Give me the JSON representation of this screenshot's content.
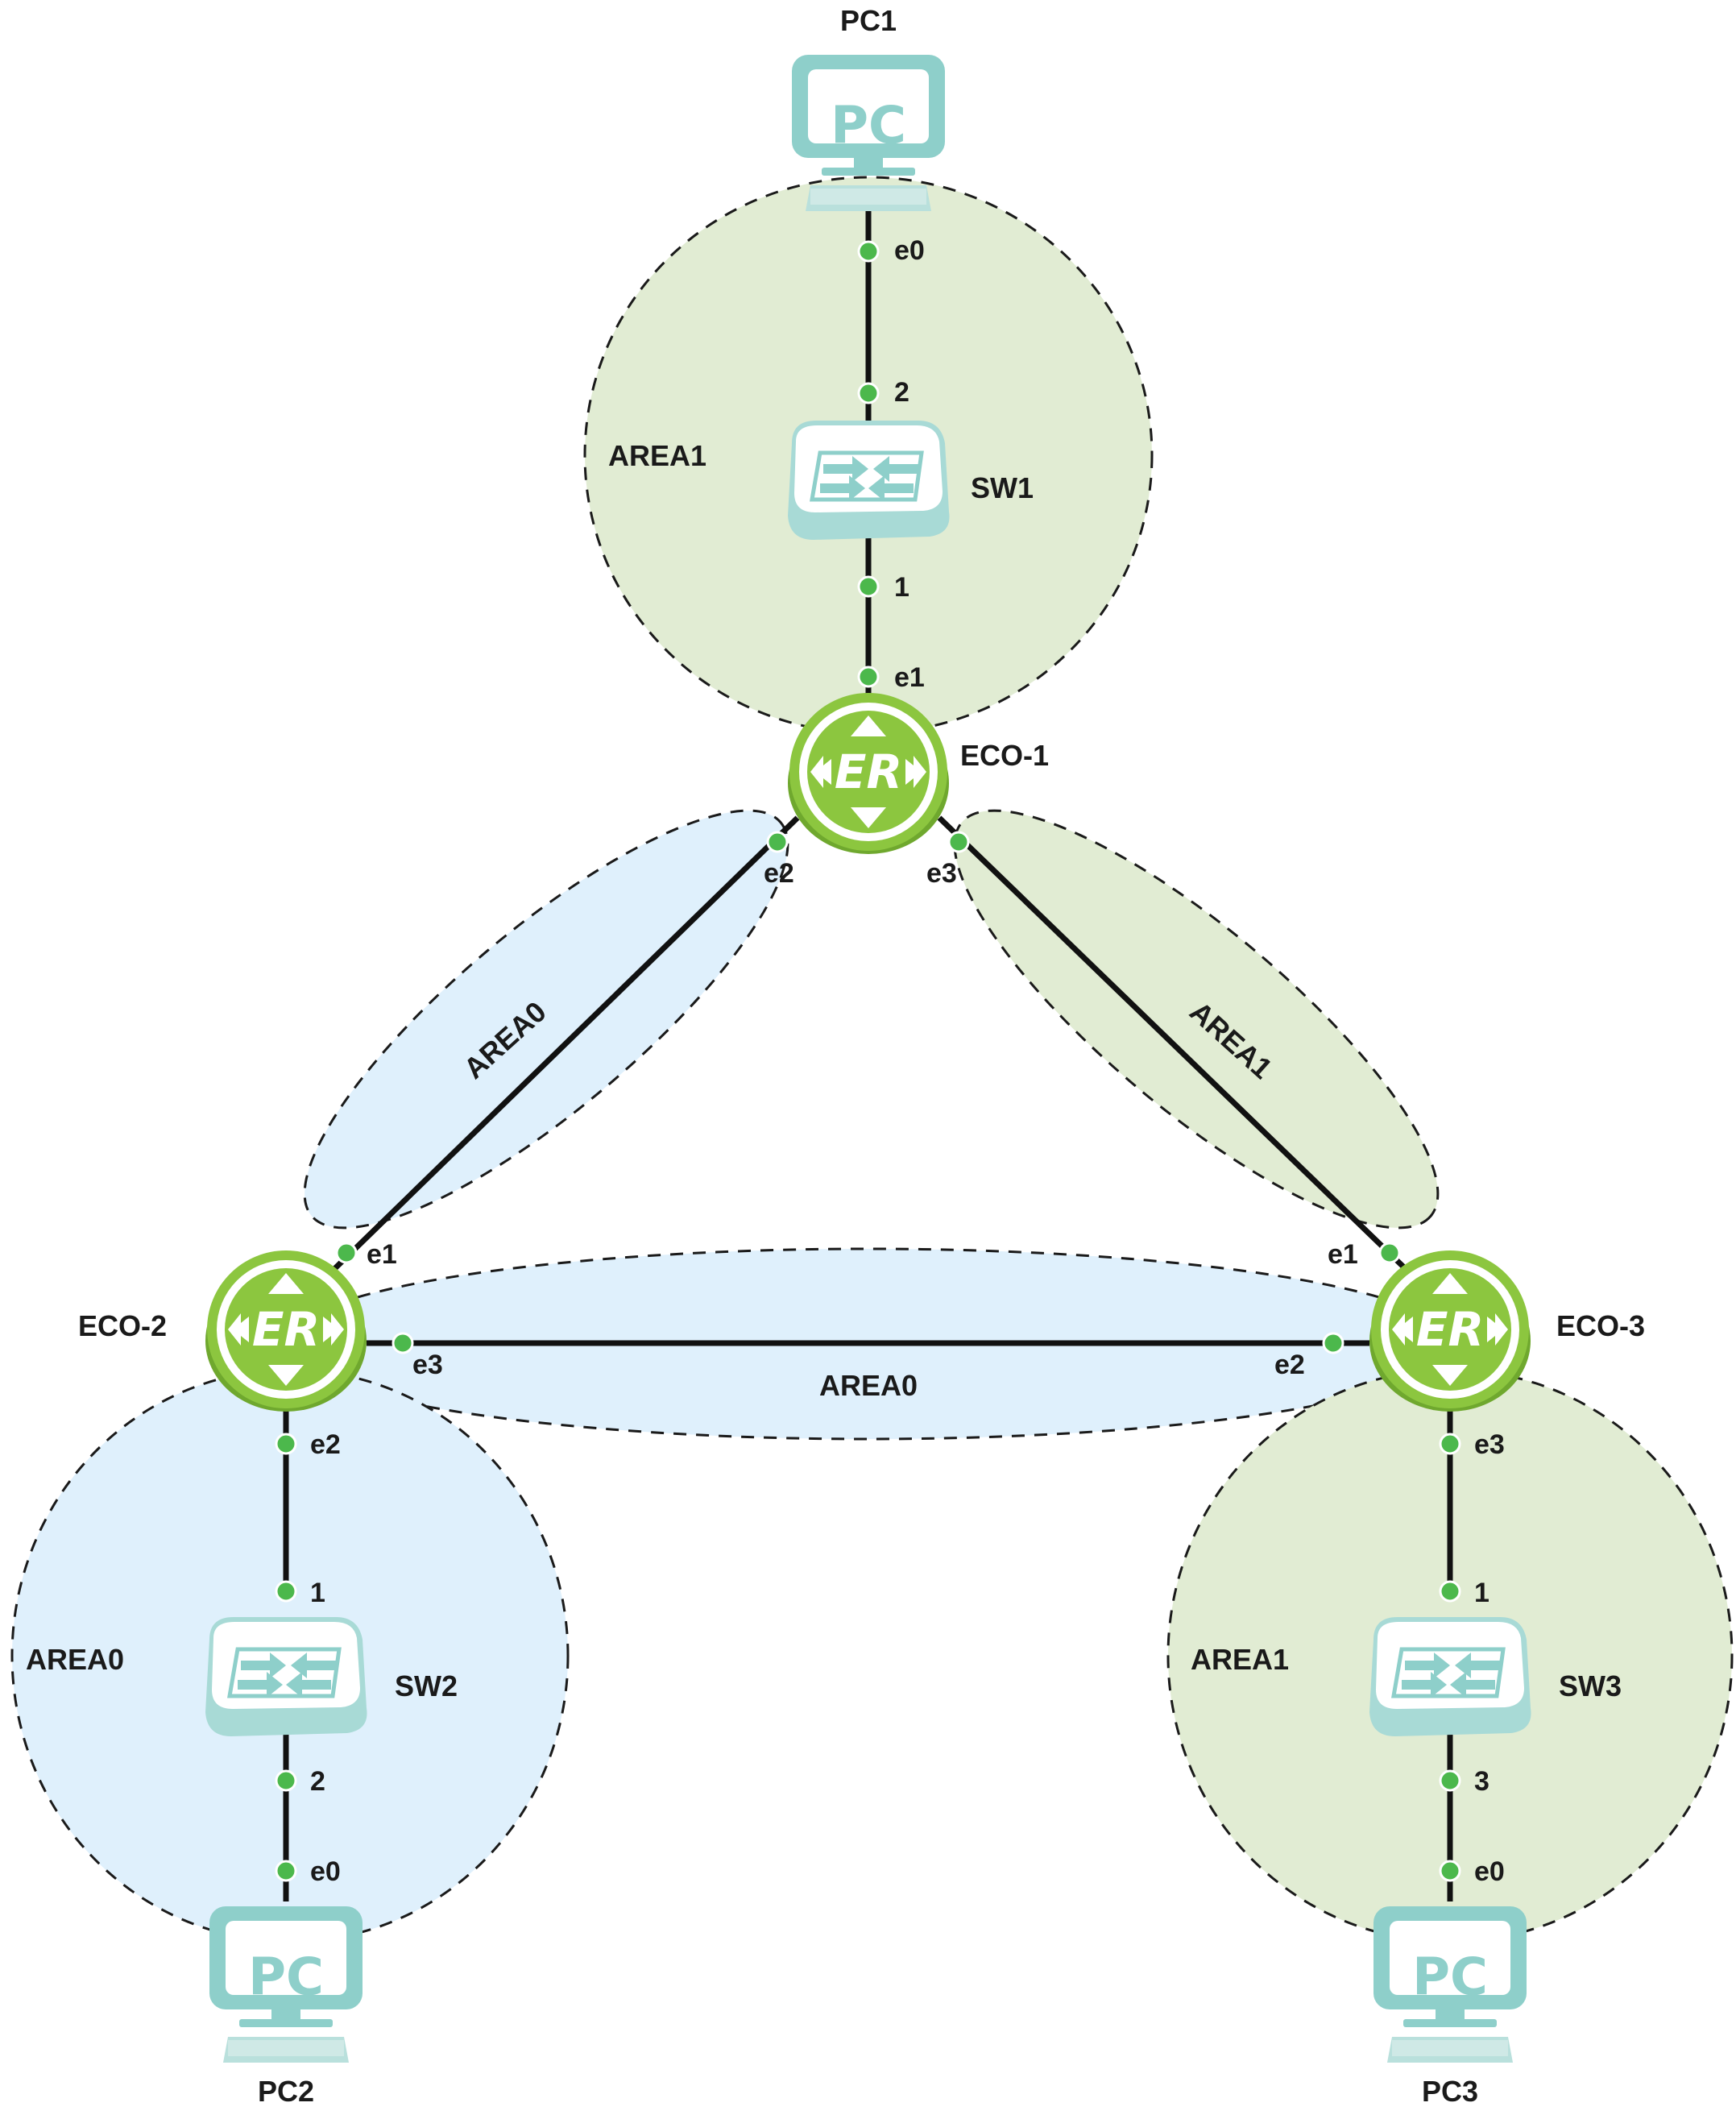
{
  "colors": {
    "area_green": "#e1ecd3",
    "area_blue": "#dff0fc",
    "router_green": "#8cc63f",
    "device_teal": "#8ecfca",
    "link": "#111111",
    "port_dot": "#4cb84c"
  },
  "devices": {
    "pc1": {
      "label": "PC1",
      "screen": "PC",
      "icon": "pc-icon"
    },
    "pc2": {
      "label": "PC2",
      "screen": "PC",
      "icon": "pc-icon"
    },
    "pc3": {
      "label": "PC3",
      "screen": "PC",
      "icon": "pc-icon"
    },
    "sw1": {
      "label": "SW1",
      "icon": "switch-icon"
    },
    "sw2": {
      "label": "SW2",
      "icon": "switch-icon"
    },
    "sw3": {
      "label": "SW3",
      "icon": "switch-icon"
    },
    "eco1": {
      "label": "ECO-1",
      "badge": "ER",
      "icon": "router-icon"
    },
    "eco2": {
      "label": "ECO-2",
      "badge": "ER",
      "icon": "router-icon"
    },
    "eco3": {
      "label": "ECO-3",
      "badge": "ER",
      "icon": "router-icon"
    }
  },
  "areas": {
    "top": "AREA1",
    "left_link": "AREA0",
    "right_link": "AREA1",
    "bottom_link": "AREA0",
    "bottom_left": "AREA0",
    "bottom_right": "AREA1"
  },
  "ports": {
    "pc1_e0": "e0",
    "sw1_2": "2",
    "sw1_1": "1",
    "eco1_e1": "e1",
    "eco1_e2": "e2",
    "eco1_e3": "e3",
    "eco2_e1": "e1",
    "eco2_e3": "e3",
    "eco2_e2": "e2",
    "eco3_e1": "e1",
    "eco3_e2": "e2",
    "eco3_e3": "e3",
    "sw2_1": "1",
    "sw2_2": "2",
    "pc2_e0": "e0",
    "sw3_1": "1",
    "sw3_3": "3",
    "pc3_e0": "e0"
  }
}
